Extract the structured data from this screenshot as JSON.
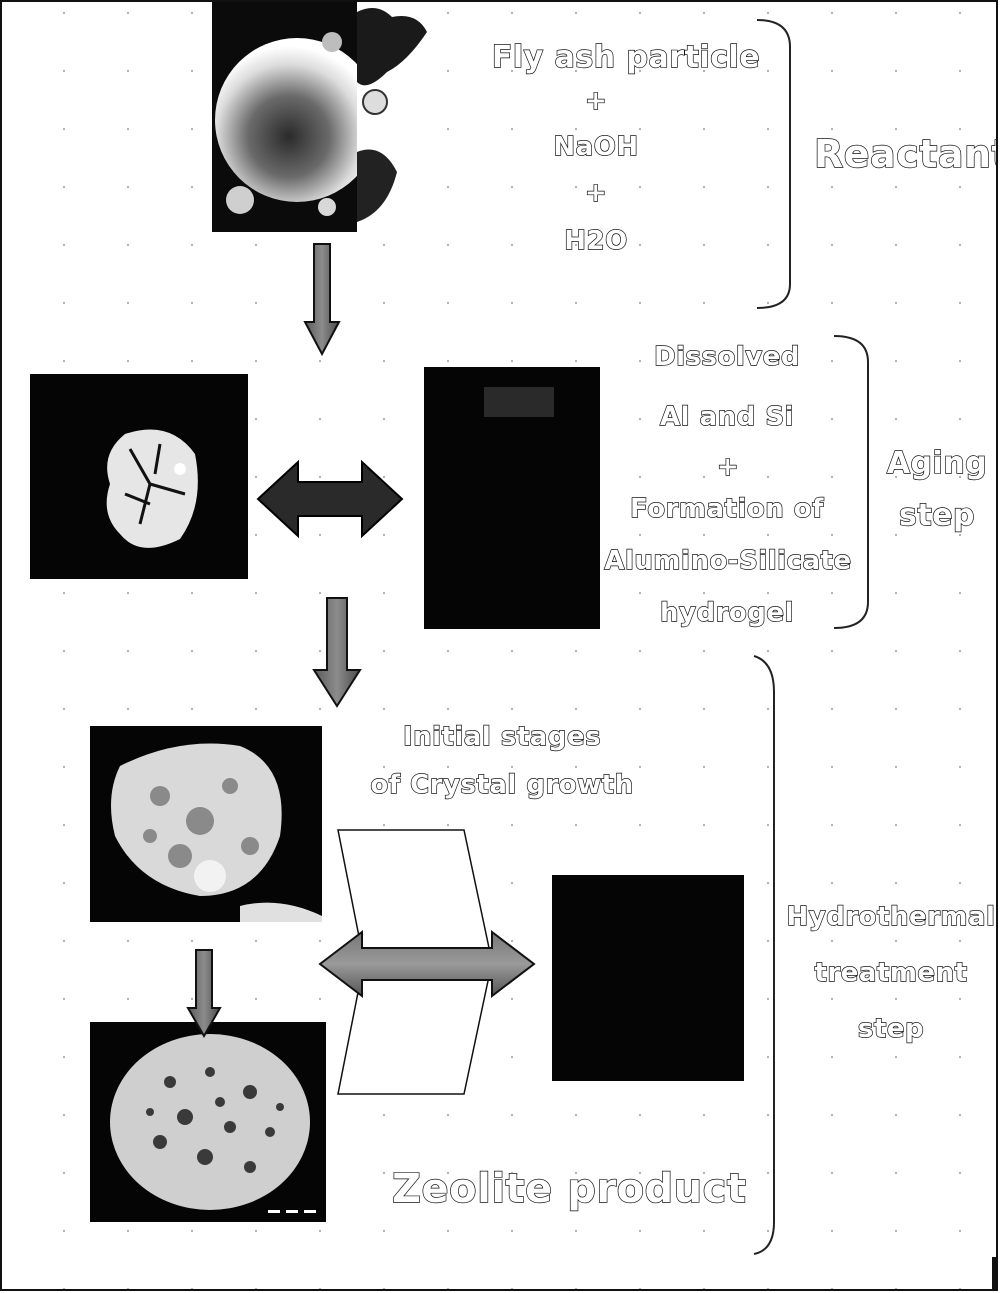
{
  "reactants": {
    "line1": "Fly ash particle",
    "plus1": "+",
    "line2": "NaOH",
    "plus2": "+",
    "line3": "H2O",
    "section": "Reactants"
  },
  "aging": {
    "line1": "Dissolved",
    "line2": "Al and Si",
    "plus": "+",
    "line3": "Formation of",
    "line4": "Alumino-Silicate",
    "line5": "hydrogel",
    "section_line1": "Aging",
    "section_line2": "step"
  },
  "hydrothermal": {
    "initial_line1": "Initial stages",
    "initial_line2": "of Crystal growth",
    "product": "Zeolite product",
    "section_line1": "Hydrothermal",
    "section_line2": "treatment",
    "section_line3": "step"
  }
}
